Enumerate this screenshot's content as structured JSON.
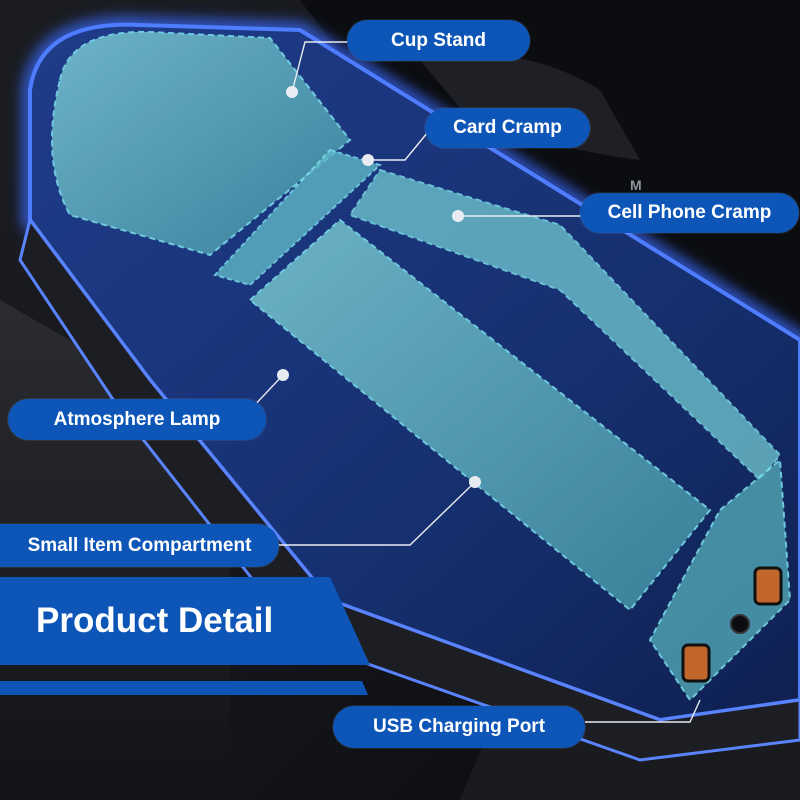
{
  "image": {
    "subject": "car seat gap organizer with blue LED edge light",
    "colors": {
      "label_fill": "#0d56b8",
      "label_text": "#ffffff",
      "glow": "#3a6bff",
      "compartment_fill": "#5fb7c6",
      "dashed_outline": "#7fe3f0"
    }
  },
  "callouts": {
    "cup_stand": "Cup Stand",
    "card_cramp": "Card Cramp",
    "cell_phone_cramp": "Cell Phone Cramp",
    "atmosphere_lamp": "Atmosphere Lamp",
    "small_item_compartment": "Small Item Compartment",
    "usb_charging_port": "USB Charging Port"
  },
  "banner": {
    "title": "Product Detail"
  }
}
